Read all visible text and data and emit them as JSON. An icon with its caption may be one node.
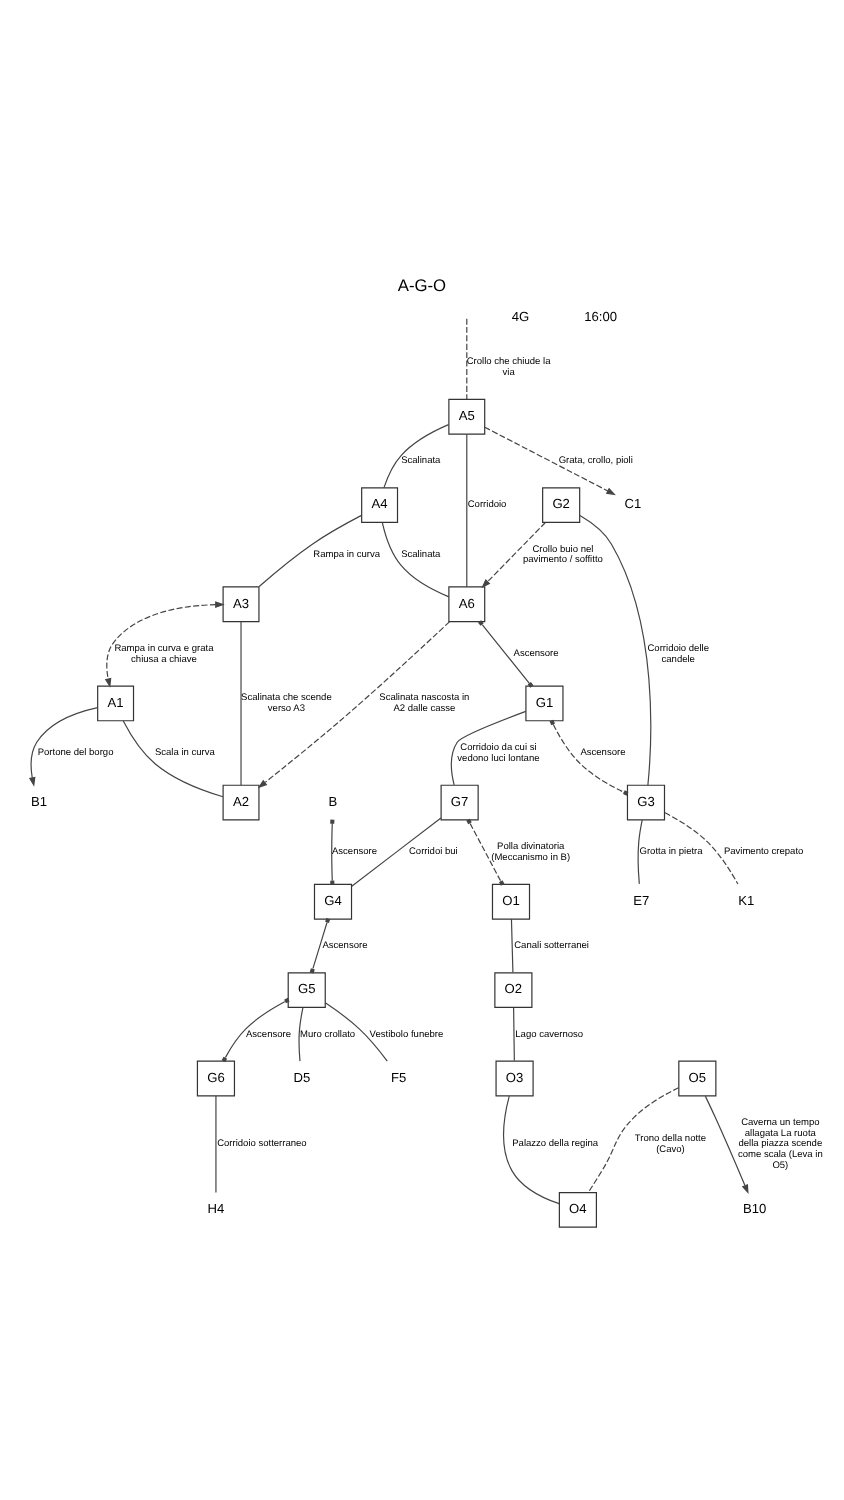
{
  "diagram": {
    "title": "A-G-O",
    "nodes": [
      {
        "text": [
          "A3"
        ]
      },
      {
        "text": [
          "C1"
        ]
      },
      {
        "text": [
          "A5"
        ]
      },
      {
        "text": [
          "A4"
        ]
      },
      {
        "text": [
          "A1"
        ]
      },
      {
        "text": [
          "B1"
        ]
      },
      {
        "text": [
          "A6"
        ]
      },
      {
        "text": [
          "A2"
        ]
      },
      {
        "text": [
          "B"
        ]
      },
      {
        "text": [
          "G1"
        ]
      },
      {
        "text": [
          "G4"
        ]
      },
      {
        "text": [
          "G2"
        ]
      },
      {
        "text": [
          "G3"
        ]
      },
      {
        "text": [
          "E7"
        ]
      },
      {
        "text": [
          "G7"
        ]
      },
      {
        "text": [
          "G5"
        ]
      },
      {
        "text": [
          "D5"
        ]
      },
      {
        "text": [
          "F5"
        ]
      },
      {
        "text": [
          "K1"
        ]
      },
      {
        "text": [
          "O1"
        ]
      },
      {
        "text": [
          "G6"
        ]
      },
      {
        "text": [
          "O2"
        ]
      },
      {
        "text": [
          "H4"
        ]
      },
      {
        "text": [
          "B10"
        ]
      },
      {
        "text": [
          "O3"
        ]
      },
      {
        "text": [
          "O5"
        ]
      },
      {
        "text": [
          "O4"
        ]
      }
    ],
    "edges": [
      {
        "from": null,
        "to": 2,
        "arrow": "none",
        "label": "Crollo che chiude la via",
        "style": "dashed"
      },
      {
        "from": 3,
        "to": 0,
        "arrow": "none",
        "label": "Rampa in curva"
      },
      {
        "from": 0,
        "to": 4,
        "arrow": "both",
        "label": "Rampa in curva e grata chiusa a chiave",
        "style": "dashed"
      },
      {
        "from": 2,
        "to": 1,
        "arrow": "to",
        "label": "Grata, crollo, pioli",
        "style": "dashed"
      },
      {
        "from": 2,
        "to": 3,
        "arrow": "none",
        "label": "Scalinata"
      },
      {
        "from": 0,
        "to": 7,
        "arrow": "none",
        "label": "Scalinata che scende verso A3"
      },
      {
        "from": 4,
        "to": 5,
        "arrow": "to",
        "label": "Portone del borgo"
      },
      {
        "from": 2,
        "to": 6,
        "arrow": "none",
        "label": "Corridoio"
      },
      {
        "from": 3,
        "to": 6,
        "arrow": "none",
        "label": "Scalinata"
      },
      {
        "from": 4,
        "to": 7,
        "arrow": "none",
        "label": "Scala in curva"
      },
      {
        "from": 11,
        "to": 6,
        "arrow": "to",
        "label": "Crollo buio nel pavimento / soffitto",
        "style": "dashed"
      },
      {
        "from": 6,
        "to": 7,
        "arrow": "to",
        "label": "Scalinata nascosta in A2 dalle casse",
        "style": "dashed"
      },
      {
        "from": 6,
        "to": 9,
        "arrow": "other",
        "label": "Ascensore"
      },
      {
        "from": 8,
        "to": 10,
        "arrow": "other",
        "label": "Ascensore"
      },
      {
        "from": 9,
        "to": 14,
        "arrow": "none",
        "label": "Corridoio da cui si vedono luci lontane"
      },
      {
        "from": 14,
        "to": 10,
        "arrow": "none",
        "label": "Corridoi bui"
      },
      {
        "from": 9,
        "to": 12,
        "arrow": "other",
        "label": "Ascensore",
        "style": "dashed"
      },
      {
        "from": 10,
        "to": 15,
        "arrow": "other",
        "label": "Ascensore"
      },
      {
        "from": 15,
        "to": 16,
        "arrow": "none",
        "label": "Muro crollato"
      },
      {
        "from": 11,
        "to": 12,
        "arrow": "none",
        "label": "Corridoio delle candele"
      },
      {
        "from": 12,
        "to": 13,
        "arrow": "none",
        "label": "Grotta in pietra"
      },
      {
        "from": 15,
        "to": 17,
        "arrow": "none",
        "label": "Vestibolo funebre"
      },
      {
        "from": 12,
        "to": 18,
        "arrow": "none",
        "label": "Pavimento crepato",
        "style": "dashed"
      },
      {
        "from": 14,
        "to": 19,
        "arrow": "other",
        "label": "Polla divinatoria (Meccanismo in B)",
        "style": "dashed"
      },
      {
        "from": 15,
        "to": 20,
        "arrow": "other",
        "label": "Ascensore"
      },
      {
        "from": 19,
        "to": 21,
        "arrow": "none",
        "label": "Canali sotterranei"
      },
      {
        "from": 20,
        "to": 22,
        "arrow": "none",
        "label": "Corridoio sotterraneo"
      },
      {
        "from": 21,
        "to": 24,
        "arrow": "none",
        "label": "Lago cavernoso"
      },
      {
        "from": 25,
        "to": 23,
        "arrow": "to",
        "label": "Caverna un tempo allagata La ruota della piazza scende come scala (Leva in O5)"
      },
      {
        "from": 24,
        "to": 26,
        "arrow": "none",
        "label": "Palazzo della regina"
      },
      {
        "from": 25,
        "to": 26,
        "arrow": "none",
        "label": "Trono della notte (Cavo)",
        "style": "dashed"
      }
    ],
    "labels": [
      "4G",
      "16:00"
    ]
  }
}
